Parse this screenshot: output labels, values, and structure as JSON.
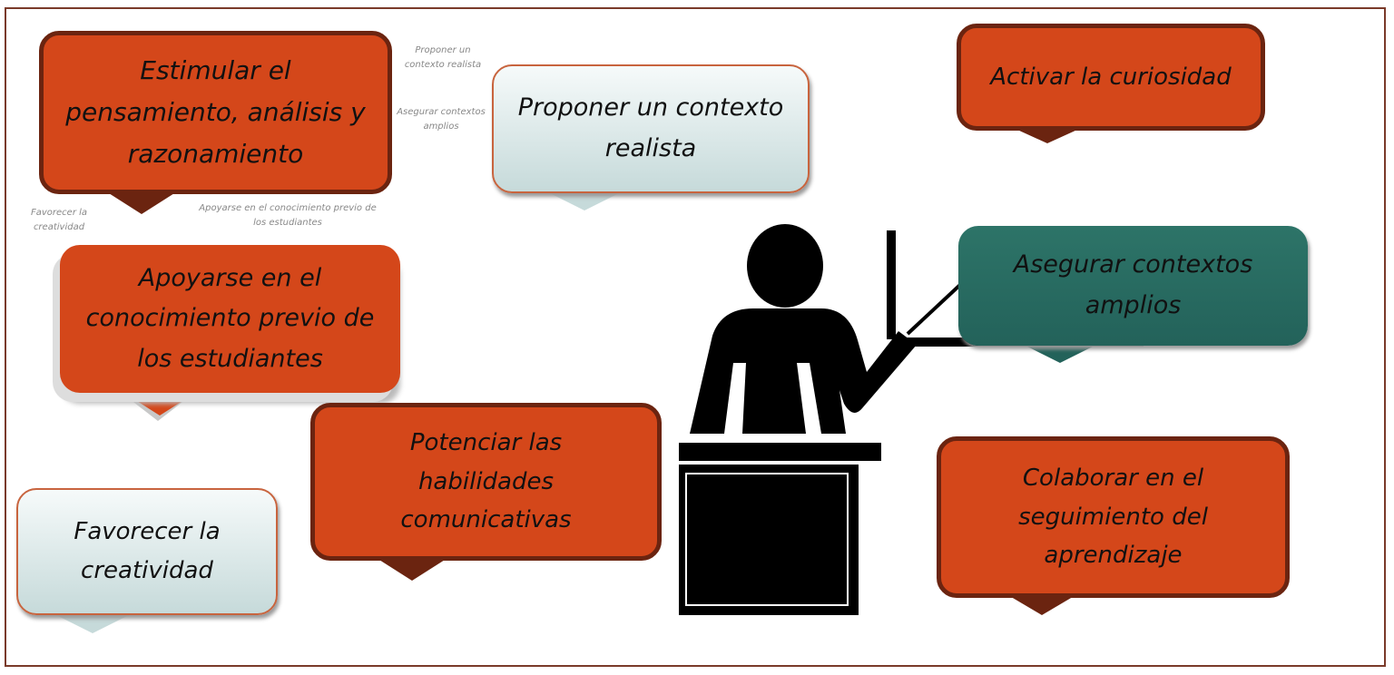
{
  "bubbles": {
    "estimular": "Estimular el pensamiento, análisis y razonamiento",
    "proponer": "Proponer un contexto realista",
    "activar": "Activar la curiosidad",
    "apoyarse": "Apoyarse en el conocimiento previo de los estudiantes",
    "asegurar": "Asegurar contextos amplios",
    "potenciar": "Potenciar las habilidades comunicativas",
    "colaborar": "Colaborar en el seguimiento del aprendizaje",
    "favorecer": "Favorecer la creatividad"
  },
  "ghost_labels": {
    "proponer": "Proponer un contexto realista",
    "apoyarse": "Apoyarse en el conocimiento previo de los estudiantes",
    "asegurar": "Asegurar contextos amplios",
    "favorecer": "Favorecer la creatividad"
  },
  "colors": {
    "orange": "#d4471a",
    "dark_border": "#6b2410",
    "teal": "#2a6e62",
    "light": "#e4eeee"
  }
}
